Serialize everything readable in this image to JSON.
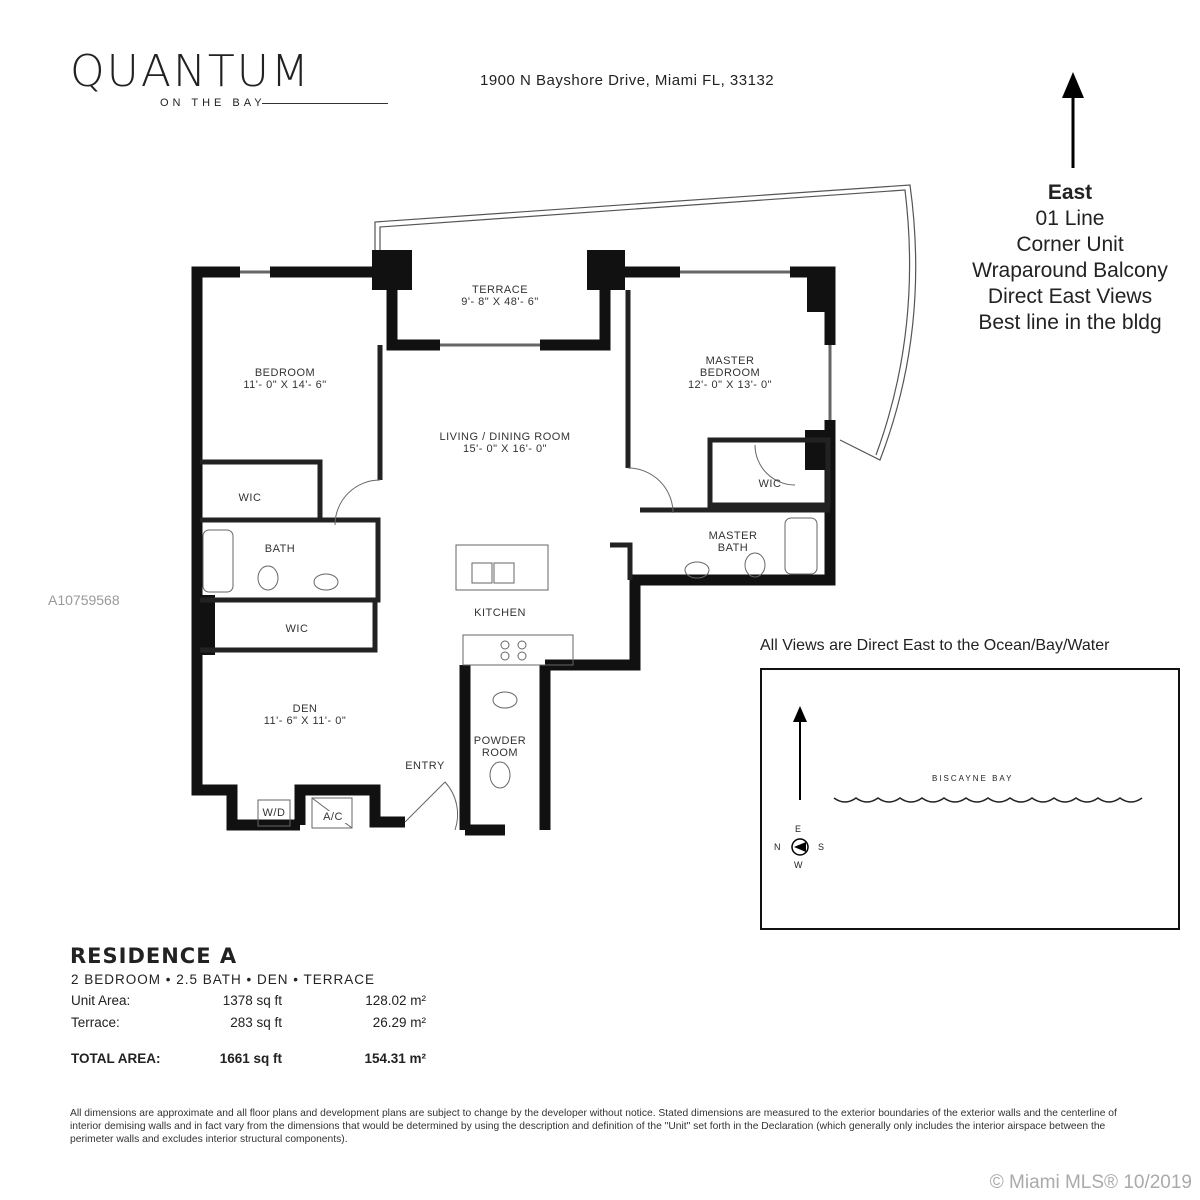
{
  "header": {
    "logo_main": "QUANTUM",
    "logo_sub": "ON THE BAY",
    "address": "1900 N Bayshore Drive, Miami FL, 33132"
  },
  "orientation": {
    "arrow_icon": "arrow-up-icon",
    "title": "East",
    "lines": [
      "01 Line",
      "Corner Unit",
      "Wraparound Balcony",
      "Direct East Views",
      "Best line in the bldg"
    ]
  },
  "rooms": {
    "terrace": {
      "name": "TERRACE",
      "dim": "9'- 8\" X 48'- 6\""
    },
    "bedroom": {
      "name": "BEDROOM",
      "dim": "11'- 0\" X 14'- 6\""
    },
    "master": {
      "name": "MASTER",
      "name2": "BEDROOM",
      "dim": "12'- 0\" X 13'- 0\""
    },
    "living": {
      "name": "LIVING / DINING ROOM",
      "dim": "15'- 0\" X 16'- 0\""
    },
    "wic_left": "WIC",
    "wic_master": "WIC",
    "wic_den": "WIC",
    "bath": "BATH",
    "master_bath": {
      "l1": "MASTER",
      "l2": "BATH"
    },
    "kitchen": "KITCHEN",
    "den": {
      "name": "DEN",
      "dim": "11'- 6\" X 11'- 0\""
    },
    "powder": {
      "l1": "POWDER",
      "l2": "ROOM"
    },
    "entry": "ENTRY",
    "wd": "W/D",
    "ac": "A/C"
  },
  "site_map": {
    "note": "All Views are Direct East to the Ocean/Bay/Water",
    "water_label": "BISCAYNE BAY",
    "compass": {
      "e": "E",
      "n": "N",
      "s": "S",
      "w": "W"
    }
  },
  "residence": {
    "title": "RESIDENCE A",
    "subtitle": "2 BEDROOM • 2.5 BATH • DEN • TERRACE",
    "rows": [
      {
        "label": "Unit Area:",
        "sqft": "1378 sq ft",
        "m2": "128.02 m²"
      },
      {
        "label": "Terrace:",
        "sqft": "283 sq ft",
        "m2": "26.29 m²"
      }
    ],
    "total": {
      "label": "TOTAL AREA:",
      "sqft": "1661 sq ft",
      "m2": "154.31 m²"
    }
  },
  "disclaimer": "All dimensions are approximate and all floor plans and development plans are subject to change by the developer without notice. Stated dimensions are measured to the exterior boundaries of the exterior walls and the centerline of interior demising walls and in fact vary from the dimensions that would be determined by using the description and definition of the \"Unit\" set forth in the Declaration (which generally only includes the interior airspace between the perimeter walls and excludes interior structural components).",
  "watermark": {
    "listing_id": "A10759568",
    "copyright": "© Miami MLS® 10/2019"
  }
}
